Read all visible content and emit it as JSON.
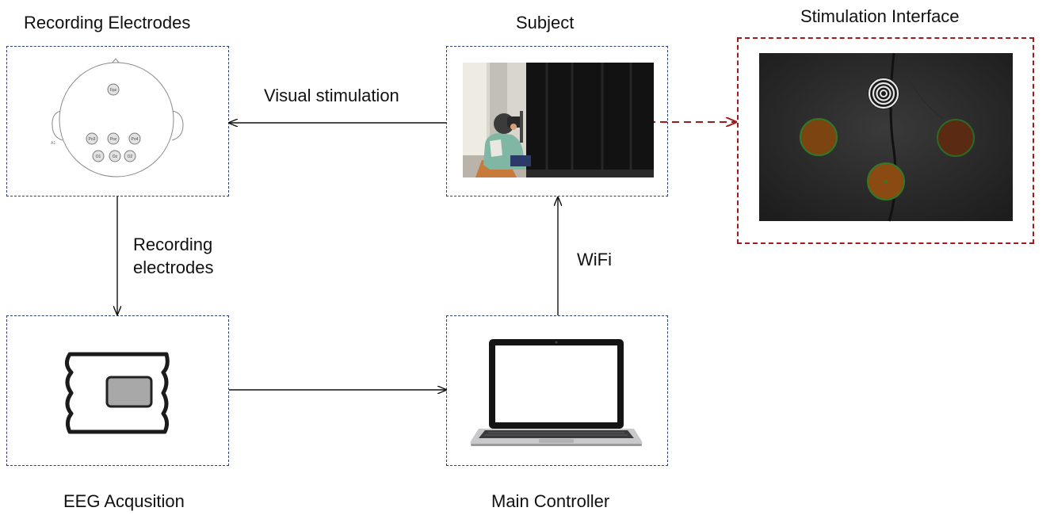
{
  "nodes": {
    "recording_electrodes": {
      "title": "Recording Electrodes"
    },
    "subject": {
      "title": "Subject"
    },
    "stimulation_interface": {
      "title": "Stimulation Interface"
    },
    "eeg_acquisition": {
      "title": "EEG Acqusition"
    },
    "main_controller": {
      "title": "Main Controller"
    }
  },
  "edges": {
    "visual_stimulation": {
      "label": "Visual stimulation"
    },
    "recording_electrodes_line1": "Recording",
    "recording_electrodes_line2": "electrodes",
    "wifi": {
      "label": "WiFi"
    }
  },
  "electrodes": [
    "Fpz",
    "Po3",
    "Poz",
    "Po4",
    "O1",
    "Oz",
    "O2"
  ],
  "head_side_label": "A1",
  "colors": {
    "box_border": "#2b3f73",
    "highlight_border": "#a01c1c",
    "arrow": "#111111",
    "target_fill": "#8a4a12",
    "target_ring": "#2f7a28"
  }
}
